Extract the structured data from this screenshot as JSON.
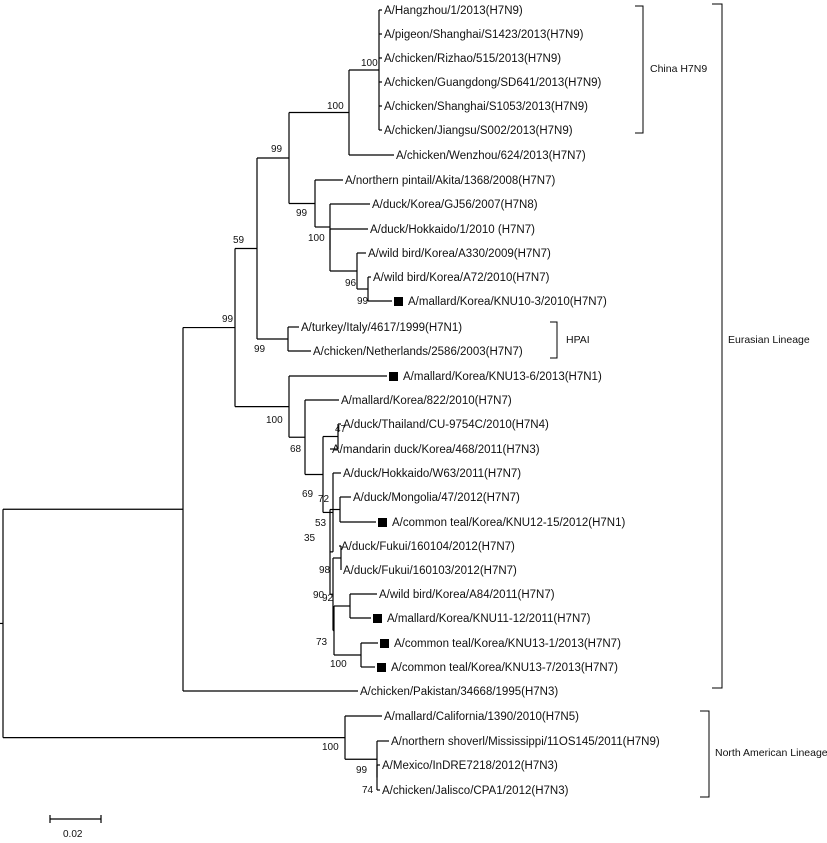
{
  "taxa": [
    "A/Hangzhou/1/2013(H7N9)",
    "A/pigeon/Shanghai/S1423/2013(H7N9)",
    "A/chicken/Rizhao/515/2013(H7N9)",
    "A/chicken/Guangdong/SD641/2013(H7N9)",
    "A/chicken/Shanghai/S1053/2013(H7N9)",
    "A/chicken/Jiangsu/S002/2013(H7N9)",
    "A/chicken/Wenzhou/624/2013(H7N7)",
    "A/northern pintail/Akita/1368/2008(H7N7)",
    "A/duck/Korea/GJ56/2007(H7N8)",
    "A/duck/Hokkaido/1/2010 (H7N7)",
    "A/wild bird/Korea/A330/2009(H7N7)",
    "A/wild bird/Korea/A72/2010(H7N7)",
    "A/mallard/Korea/KNU10-3/2010(H7N7)",
    "A/turkey/Italy/4617/1999(H7N1)",
    "A/chicken/Netherlands/2586/2003(H7N7)",
    "A/mallard/Korea/KNU13-6/2013(H7N1)",
    "A/mallard/Korea/822/2010(H7N7)",
    "A/duck/Thailand/CU-9754C/2010(H7N4)",
    "A/mandarin duck/Korea/468/2011(H7N3)",
    "A/duck/Hokkaido/W63/2011(H7N7)",
    "A/duck/Mongolia/47/2012(H7N7)",
    "A/common teal/Korea/KNU12-15/2012(H7N1)",
    "A/duck/Fukui/160104/2012(H7N7)",
    "A/duck/Fukui/160103/2012(H7N7)",
    "A/wild bird/Korea/A84/2011(H7N7)",
    "A/mallard/Korea/KNU11-12/2011(H7N7)",
    "A/common teal/Korea/KNU13-1/2013(H7N7)",
    "A/common teal/Korea/KNU13-7/2013(H7N7)",
    "A/chicken/Pakistan/34668/1995(H7N3)",
    "A/mallard/California/1390/2010(H7N5)",
    "A/northern shoverl/Mississippi/11OS145/2011(H7N9)",
    "A/Mexico/InDRE7218/2012(H7N3)",
    "A/chicken/Jalisco/CPA1/2012(H7N3)"
  ],
  "marked_taxa": [
    "A/mallard/Korea/KNU10-3/2010(H7N7)",
    "A/mallard/Korea/KNU13-6/2013(H7N1)",
    "A/common teal/Korea/KNU12-15/2012(H7N1)",
    "A/mallard/Korea/KNU11-12/2011(H7N7)",
    "A/common teal/Korea/KNU13-1/2013(H7N7)",
    "A/common teal/Korea/KNU13-7/2013(H7N7)"
  ],
  "bootstrap": {
    "china_h7n9": "100",
    "china_wenzhou": "100",
    "china_eurasian_a": "99",
    "pintail_group": "99",
    "duck_hokkaido_group": "100",
    "wildbird_group": "96",
    "knu10_3_pair": "99",
    "eurasian_upper": "59",
    "hpai_pair": "99",
    "eurasian_all": "99",
    "lower_clade": "100",
    "lower_inner": "68",
    "thailand_mandarin": "47",
    "hokkaido_w63_group": "69",
    "mongolia_pair": "72",
    "subclade_53": "53",
    "subclade_35": "35",
    "fukui_pair": "98",
    "subclade_90": "90",
    "a84_pair": "92",
    "teal_group": "73",
    "teal_pair": "100",
    "north_american": "100",
    "mexico_group": "99",
    "mexico_pair": "74"
  },
  "groups": {
    "china": "China H7N9",
    "hpai": "HPAI",
    "eurasian": "Eurasian Lineage",
    "north_american": "North American Lineage"
  },
  "scale_label": "0.02"
}
